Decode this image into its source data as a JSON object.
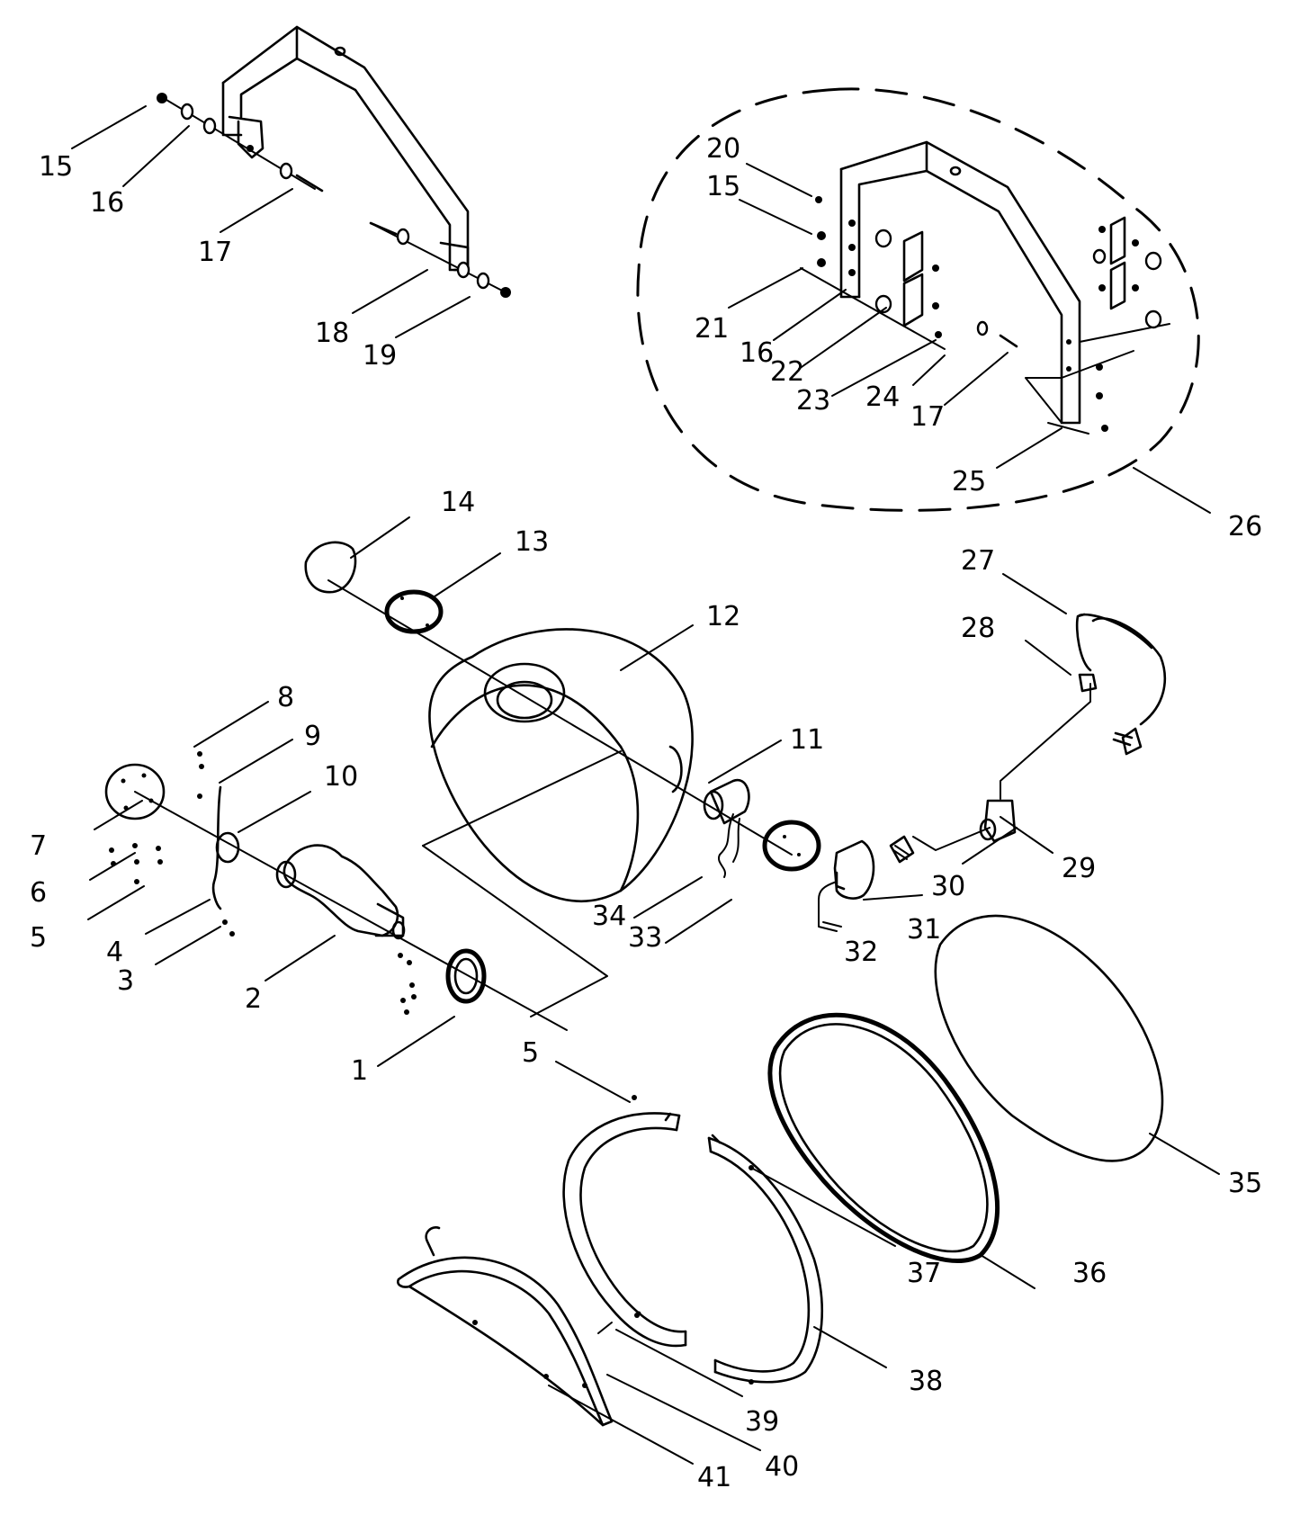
{
  "labels": {
    "l15a": "15",
    "l16a": "16",
    "l17a": "17",
    "l18": "18",
    "l19": "19",
    "l20": "20",
    "l15b": "15",
    "l21": "21",
    "l16b": "16",
    "l22": "22",
    "l23": "23",
    "l24": "24",
    "l17b": "17",
    "l25": "25",
    "l26": "26",
    "l14": "14",
    "l13": "13",
    "l12": "12",
    "l27": "27",
    "l28": "28",
    "l8": "8",
    "l9": "9",
    "l10": "10",
    "l11": "11",
    "l7": "7",
    "l6": "6",
    "l5a": "5",
    "l4": "4",
    "l3": "3",
    "l2": "2",
    "l34": "34",
    "l33": "33",
    "l30": "30",
    "l29": "29",
    "l31": "31",
    "l32": "32",
    "l1": "1",
    "l5b": "5",
    "l35": "35",
    "l37": "37",
    "l36": "36",
    "l38": "38",
    "l39": "39",
    "l40": "40",
    "l41": "41"
  }
}
